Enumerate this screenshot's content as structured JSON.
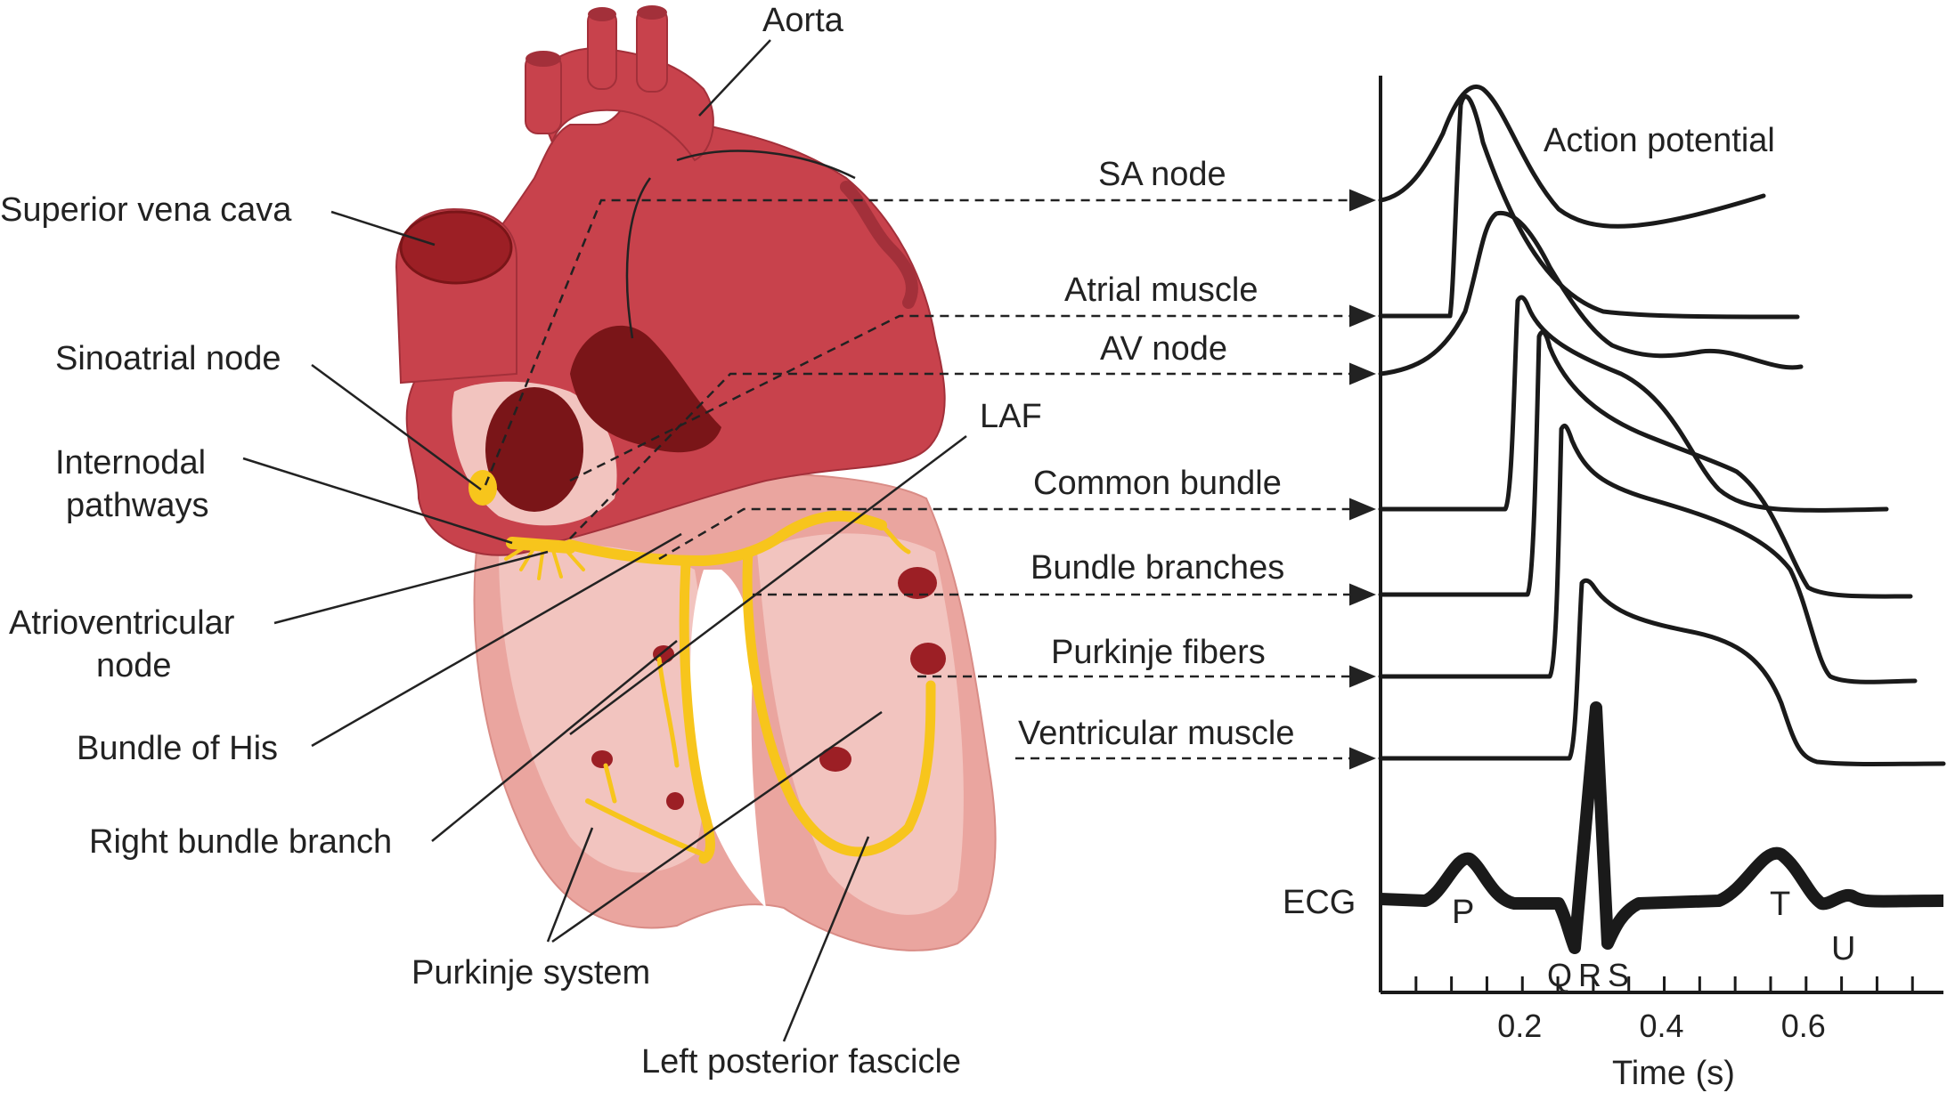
{
  "colors": {
    "heart_upper": "#c8424c",
    "heart_upper_dark": "#a3303a",
    "chamber": "#7a1518",
    "ventricle": "#eaa59f",
    "ventricle_light": "#f2c4bf",
    "conduction": "#f7c51c",
    "septum": "#ffffff",
    "ink": "#1a1a1a"
  },
  "anatomy_labels": {
    "aorta": "Aorta",
    "superior_vena_cava": "Superior vena cava",
    "sinoatrial_node": "Sinoatrial node",
    "internodal_line1": "Internodal",
    "internodal_line2": "pathways",
    "av_node_line1": "Atrioventricular",
    "av_node_line2": "node",
    "bundle_of_his": "Bundle of His",
    "right_bundle_branch": "Right bundle branch",
    "purkinje_system": "Purkinje system",
    "left_posterior_fascicle": "Left posterior fascicle",
    "laf": "LAF"
  },
  "trace_labels": {
    "action_potential": "Action potential",
    "sa_node": "SA node",
    "atrial_muscle": "Atrial muscle",
    "av_node": "AV node",
    "common_bundle": "Common bundle",
    "bundle_branches": "Bundle branches",
    "purkinje_fibers": "Purkinje fibers",
    "ventricular_muscle": "Ventricular muscle"
  },
  "ecg": {
    "label": "ECG",
    "waves": {
      "p": "P",
      "q": "Q",
      "r": "R",
      "s": "S",
      "t": "T",
      "u": "U"
    }
  },
  "axis": {
    "xlabel": "Time (s)",
    "xlim": [
      0,
      0.75
    ],
    "tick_labels": [
      "0.2",
      "0.4",
      "0.6"
    ],
    "tick_values": [
      0.2,
      0.4,
      0.6
    ],
    "minor_tick_step": 0.05
  }
}
